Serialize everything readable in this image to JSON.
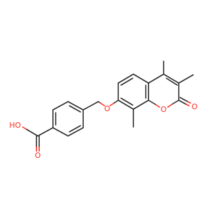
{
  "atom_labels": {
    "hydroxyl": "HO",
    "carbonyl_acid_o": "O",
    "ether_o": "O",
    "ring_o": "O",
    "lactone_carbonyl_o": "O"
  },
  "colors": {
    "bond": "#2b2b2b",
    "heteroatom": "#ff2a1f",
    "background": "#ffffff"
  }
}
